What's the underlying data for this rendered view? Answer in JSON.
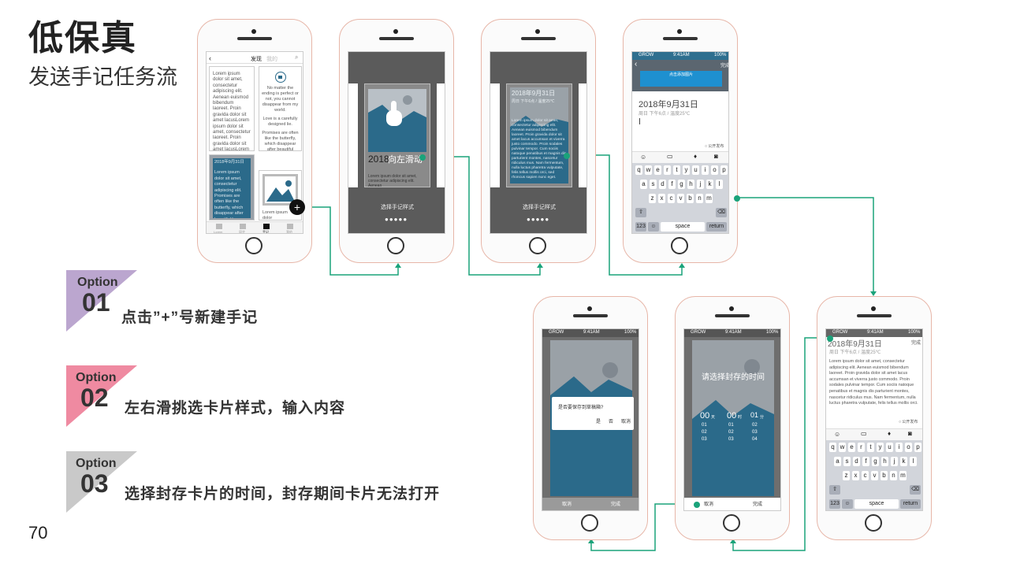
{
  "header": {
    "title": "低保真",
    "subtitle": "发送手记任务流",
    "page_number": "70"
  },
  "options": [
    {
      "word": "Option",
      "number": "01",
      "desc": "点击”+”号新建手记",
      "color": "#bba6cf"
    },
    {
      "word": "Option",
      "number": "02",
      "desc": "左右滑挑选卡片样式，输入内容",
      "color": "#ef8aa1"
    },
    {
      "word": "Option",
      "number": "03",
      "desc": "选择封存卡片的时间，封存期间卡片无法打开",
      "color": "#c9c9c9"
    }
  ],
  "colors": {
    "accent": "#1aa37a",
    "card_blue": "#2b6a8a",
    "dark_overlay": "#5b5b5b"
  },
  "lorem_short": "Lorem ipsum dolor sit amet, consectetur adipiscing elit. Aenean euismod bibendum laoreet. Proin gravida dolor sit amet lacus accumsan et viverra justo commodo. Proin sodales pulvinar tempor. Cum sociis natoque penatibus et magnis dis parturient montes, nascetur ridiculus mus. Nam fermentum, nulla luctus pharetra vulputate, felis tellus mollis orci, sed rhoncus sapien nunc eget.",
  "phone1": {
    "tab_active": "发现",
    "tab_other": "我的",
    "back_icon": "chevron-left-icon",
    "search_icon": "search-icon",
    "card1_text": "Lorem ipsum dolor sit amet, consectetur adipiscing elit. Aenean euismod bibendum laoreet. Proin gravida dolor sit amet lacusLorem ipsum dolor sit amet, consectetur laoreet. Proin gravida dolor sit amet lacusLorem ipsum dolor sit amet, consectetur ,",
    "card2_text1": "No matter the ending is perfect or not, you cannot disappear from my world.",
    "card2_text2": "Love is a carefully designed lie.",
    "card2_text3": "Promises are often like the butterfly, which disappear after beautiful hover.",
    "card3_date": "2018年9月31日",
    "card3_text": "Lorem ipsum dolor sit amet, consectetur adipiscing elit. Promises are often like the butterfly, which disappear after beautiful hover.",
    "card4_text": "Lorem ipsum dolor",
    "plus": "+",
    "bottom_tabs": [
      "Lorem",
      "同步",
      "手记",
      "我的"
    ]
  },
  "phone2": {
    "card_date": "2018",
    "gesture": "向左滑动",
    "caption": "选择手记样式",
    "card_text": "Lorem ipsum dolor sit amet, consectetur adipiscing elit. Aenean"
  },
  "phone3": {
    "date": "2018年9月31日",
    "meta": "周日 下午6点 / 温度25℃",
    "caption": "选择手记样式",
    "card_text": "Lorem ipsum dolor sit amet, consectetur adipiscing elit. Aenean euismod bibendum laoreet. Proin gravida dolor sit amet lacus accumsan et viverra justo commodo. Proin sodales pulvinar tempor. Cum sociis natoque penatibus et magnis dis parturient montes, nascetur ridiculus mus. Nam fermentum, nulla luctus pharetra vulputate, felis tellus mollis orci, sed rhoncus sapien nunc eget."
  },
  "phone4": {
    "status_left": "GROW",
    "status_time": "9:41AM",
    "status_right": "100%",
    "done": "完成",
    "image_hint": "点击添加图片",
    "date": "2018年9月31日",
    "meta": "周日 下午6点 / 温度25℃",
    "public": "公开发布",
    "space": "space",
    "ret": "return",
    "num": "123"
  },
  "phone5": {
    "status_left": "GROW",
    "status_time": "9:41AM",
    "status_right": "100%",
    "dialog_text": "是否要保存到草稿箱?",
    "yes": "是",
    "no": "否",
    "cancel": "取消",
    "bottom_cancel": "取消",
    "bottom_done": "完成"
  },
  "phone6": {
    "status_left": "GROW",
    "status_time": "9:41AM",
    "status_right": "100%",
    "prompt": "请选择封存的时间",
    "picker": [
      [
        "00",
        "01",
        "02",
        "03"
      ],
      [
        "00",
        "01",
        "02",
        "03"
      ],
      [
        "01",
        "02",
        "03",
        "04"
      ]
    ],
    "unit1": "天",
    "unit2": "时",
    "unit3": "分",
    "bottom_cancel": "取消",
    "bottom_done": "完成"
  },
  "phone7": {
    "status_left": "GROW",
    "status_time": "9:41AM",
    "status_right": "100%",
    "done": "完成",
    "date": "2018年9月31日",
    "meta": "周日 下午6点 / 温度25℃",
    "text": "Lorem ipsum dolor sit amet, consectetur adipiscing elit. Aenean euismod bibendum laoreet. Proin gravida dolor sit amet lacus accumsan et viverra justo commodo. Proin sodales pulvinar tempor. Cum sociis natoque penatibus et magnis dis parturient montes, nascetur ridiculus mus. Nam fermentum, nulla luctus pharetra vulputate, felis tellus mollis orci.",
    "public": "公开发布",
    "space": "space",
    "ret": "return",
    "num": "123"
  },
  "keyboard": {
    "row1": [
      "q",
      "w",
      "e",
      "r",
      "t",
      "y",
      "u",
      "i",
      "o",
      "p"
    ],
    "row2": [
      "a",
      "s",
      "d",
      "f",
      "g",
      "h",
      "j",
      "k",
      "l"
    ],
    "row3": [
      "z",
      "x",
      "c",
      "v",
      "b",
      "n",
      "m"
    ]
  }
}
